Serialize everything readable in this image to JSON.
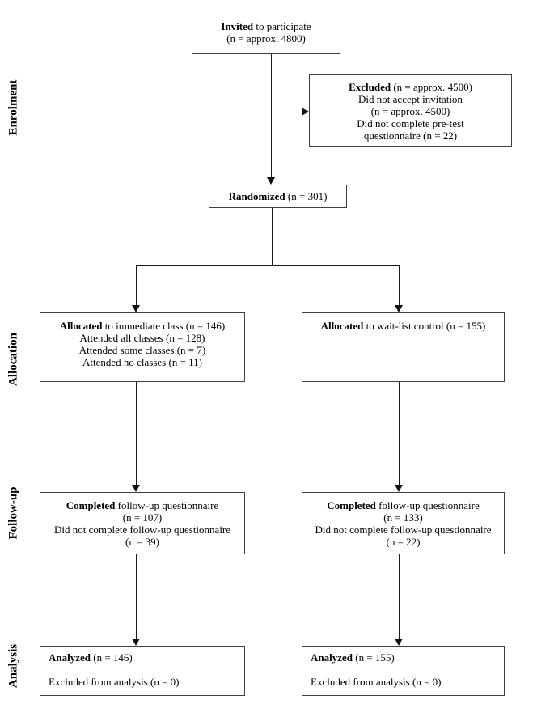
{
  "diagram": {
    "type": "consort-flow",
    "stages": [
      {
        "label": "Enrolment"
      },
      {
        "label": "Allocation"
      },
      {
        "label": "Follow-up"
      },
      {
        "label": "Analysis"
      }
    ],
    "boxes": {
      "invited": {
        "lines": [
          {
            "bold": "Invited",
            "rest": " to participate"
          },
          {
            "bold": "",
            "rest": "(n = approx. 4800)"
          }
        ]
      },
      "excluded": {
        "lines": [
          {
            "bold": "Excluded",
            "rest": " (n = approx. 4500)"
          },
          {
            "bold": "",
            "rest": "Did not accept invitation"
          },
          {
            "bold": "",
            "rest": "(n = approx. 4500)"
          },
          {
            "bold": "",
            "rest": "Did not complete pre-test"
          },
          {
            "bold": "",
            "rest": "questionnaire (n = 22)"
          }
        ]
      },
      "randomized": {
        "lines": [
          {
            "bold": "Randomized",
            "rest": "  (n = 301)"
          }
        ]
      },
      "allocated_immediate": {
        "lines": [
          {
            "bold": "Allocated",
            "rest": " to immediate class (n = 146)"
          },
          {
            "bold": "",
            "rest": "Attended all classes (n = 128)"
          },
          {
            "bold": "",
            "rest": "Attended some classes (n = 7)"
          },
          {
            "bold": "",
            "rest": "Attended no classes (n = 11)"
          }
        ]
      },
      "allocated_waitlist": {
        "lines": [
          {
            "bold": "Allocated",
            "rest": " to wait-list control (n = 155)"
          }
        ]
      },
      "followup_immediate": {
        "lines": [
          {
            "bold": "Completed",
            "rest": " follow-up questionnaire"
          },
          {
            "bold": "",
            "rest": "(n = 107)"
          },
          {
            "bold": "",
            "rest": "Did not complete follow-up questionnaire"
          },
          {
            "bold": "",
            "rest": "(n = 39)"
          }
        ]
      },
      "followup_waitlist": {
        "lines": [
          {
            "bold": "Completed",
            "rest": " follow-up questionnaire"
          },
          {
            "bold": "",
            "rest": "(n = 133)"
          },
          {
            "bold": "",
            "rest": "Did not complete follow-up questionnaire"
          },
          {
            "bold": "",
            "rest": "(n = 22)"
          }
        ]
      },
      "analysis_immediate": {
        "lines": [
          {
            "bold": "Analyzed",
            "rest": " (n = 146)"
          },
          {
            "bold": "",
            "rest": ""
          },
          {
            "bold": "",
            "rest": "Excluded from analysis (n = 0)"
          }
        ]
      },
      "analysis_waitlist": {
        "lines": [
          {
            "bold": "Analyzed",
            "rest": " (n = 155)"
          },
          {
            "bold": "",
            "rest": ""
          },
          {
            "bold": "",
            "rest": "Excluded from analysis (n = 0)"
          }
        ]
      }
    },
    "colors": {
      "background": "#ffffff",
      "box_border": "#3f3f3f",
      "connector": "#1a1a1a",
      "text": "#000000"
    }
  }
}
